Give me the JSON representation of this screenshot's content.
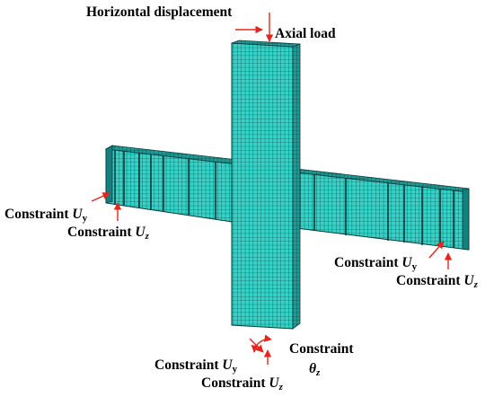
{
  "labels": {
    "horizontal_displacement": "Horizontal displacement",
    "axial_load": "Axial load",
    "constraint_word": "Constraint",
    "u_symbol": "U",
    "theta_symbol": "θ",
    "sub_y": "y",
    "sub_z": "z"
  },
  "colors": {
    "mesh_fill": "#35d2c8",
    "mesh_line": "#0c3b3b",
    "arrow": "#e8231c",
    "text": "#000000"
  }
}
